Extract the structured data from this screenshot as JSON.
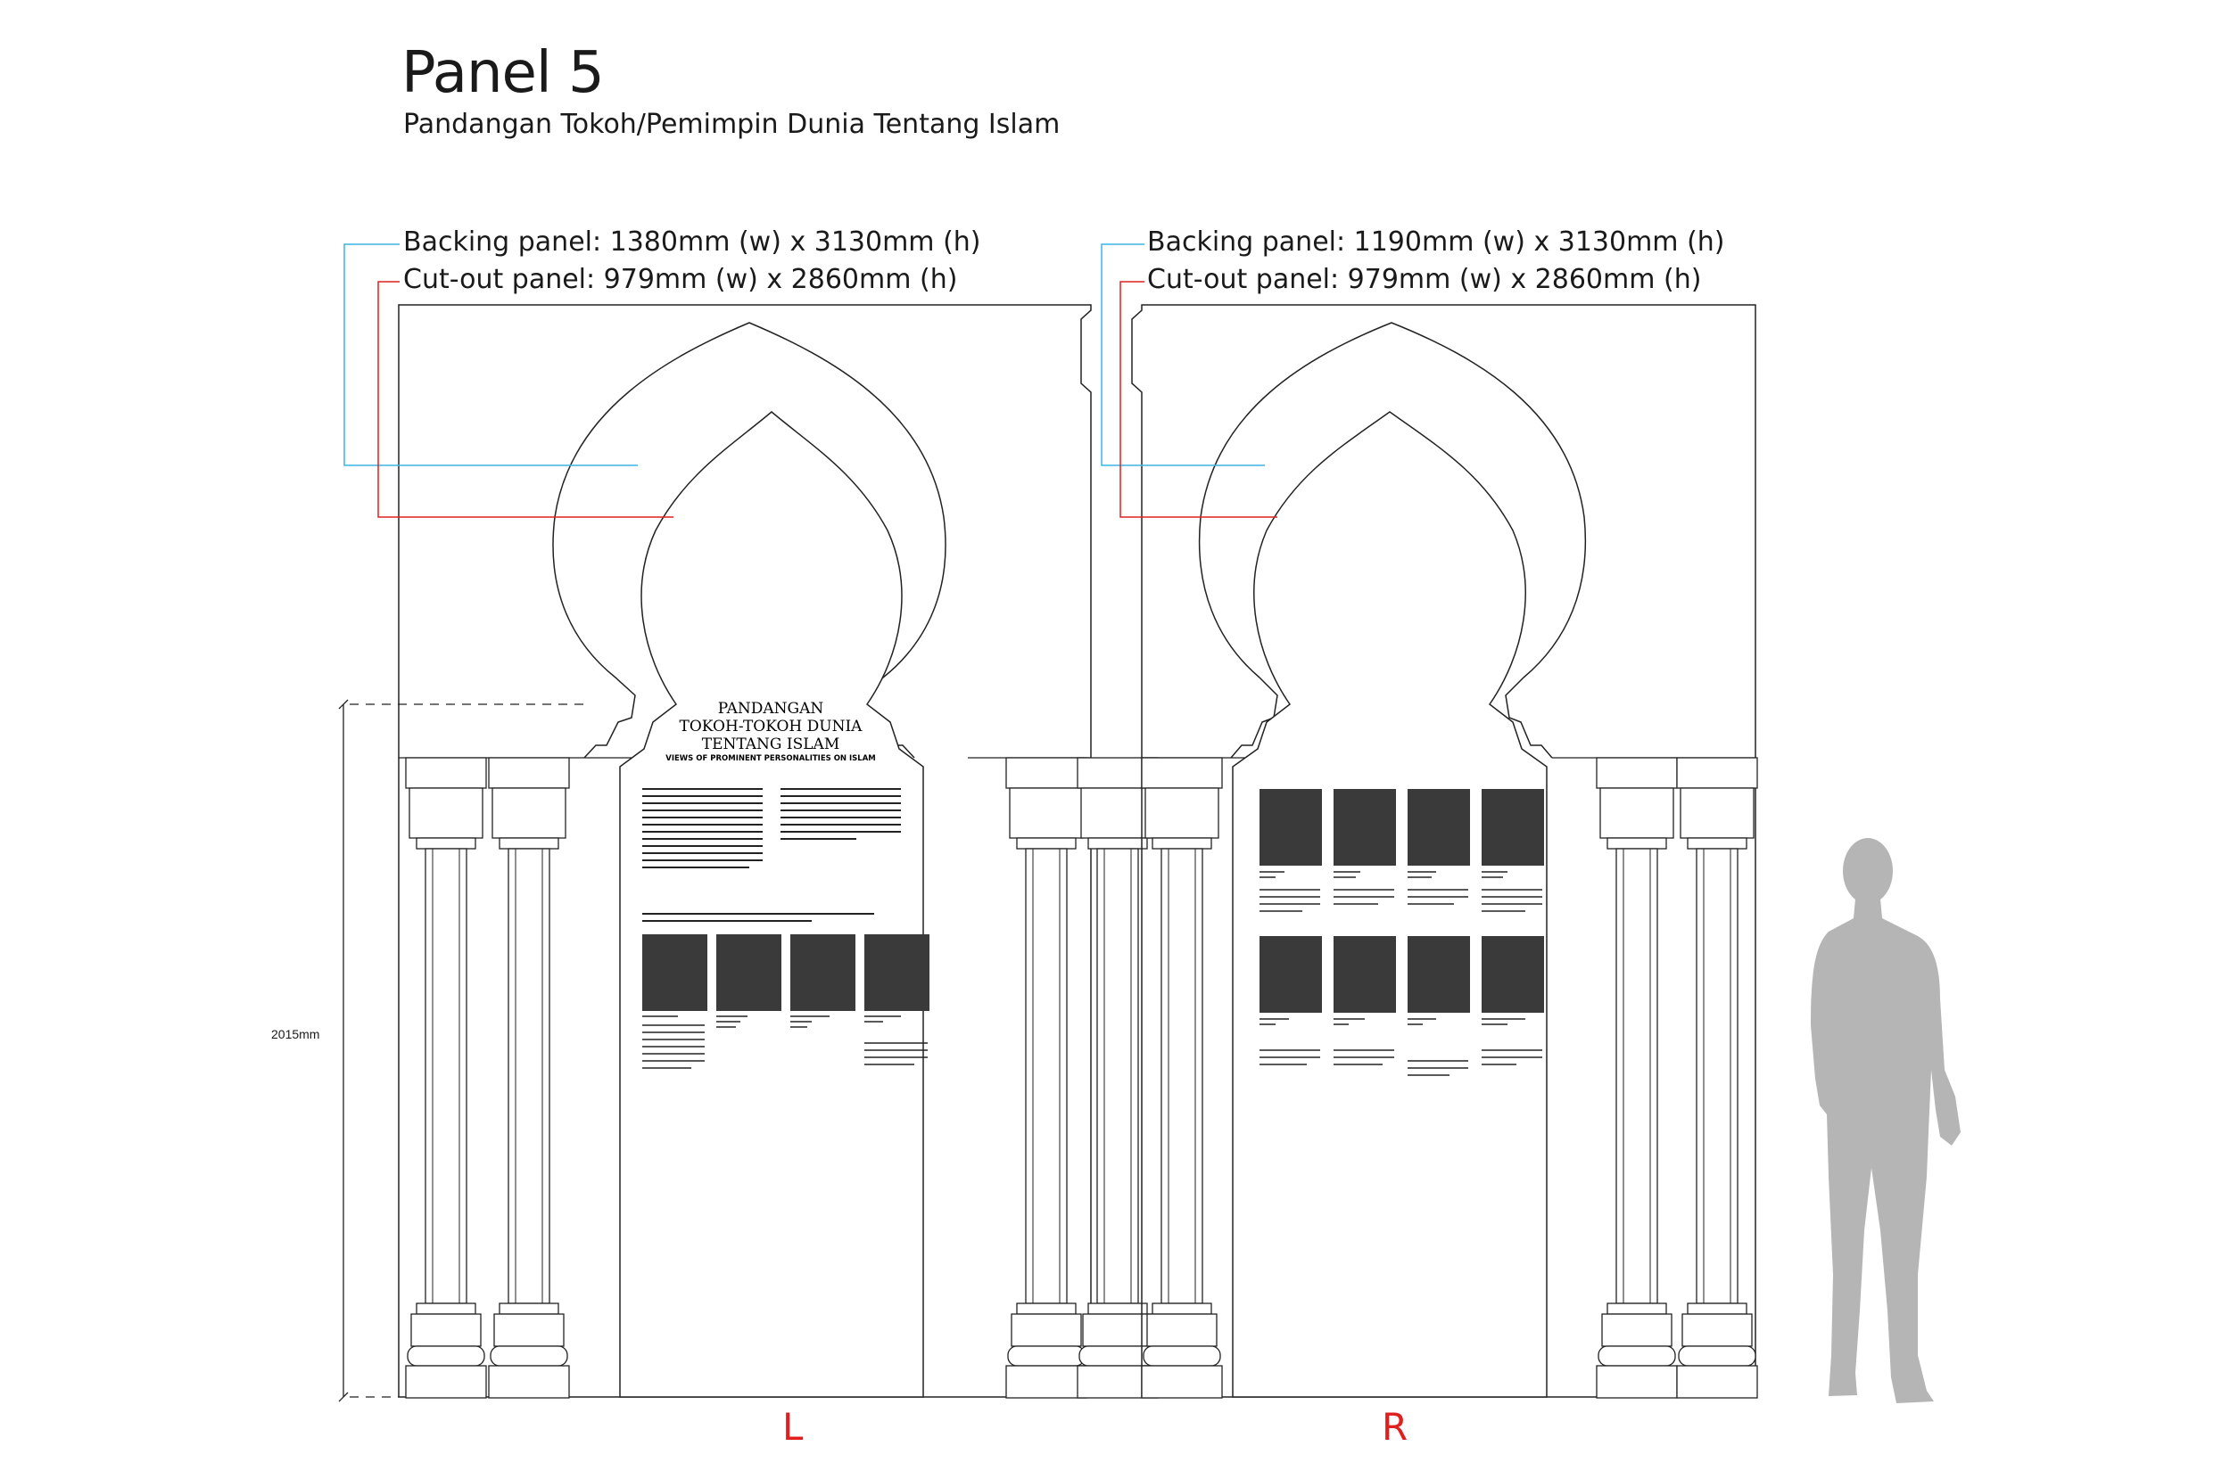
{
  "header": {
    "title": "Panel 5",
    "subtitle": "Pandangan Tokoh/Pemimpin Dunia Tentang Islam"
  },
  "left_panel": {
    "backing_label": "Backing panel: 1380mm (w) x 3130mm (h)",
    "cutout_label": "Cut-out panel: 979mm (w) x 2860mm (h)",
    "heading_line1": "PANDANGAN",
    "heading_line2": "TOKOH-TOKOH DUNIA",
    "heading_line3": "TENTANG ISLAM",
    "heading_sub": "VIEWS OF PROMINENT PERSONALITIES ON ISLAM",
    "side_label": "L"
  },
  "right_panel": {
    "backing_label": "Backing panel: 1190mm (w) x 3130mm (h)",
    "cutout_label": "Cut-out panel: 979mm (w) x 2860mm (h)",
    "side_label": "R"
  },
  "dimension_label": "2015mm",
  "colors": {
    "backing_leader": "#3db4e5",
    "cutout_leader": "#e0201e",
    "side_label": "#e0201e",
    "silhouette": "#b5b5b5"
  }
}
